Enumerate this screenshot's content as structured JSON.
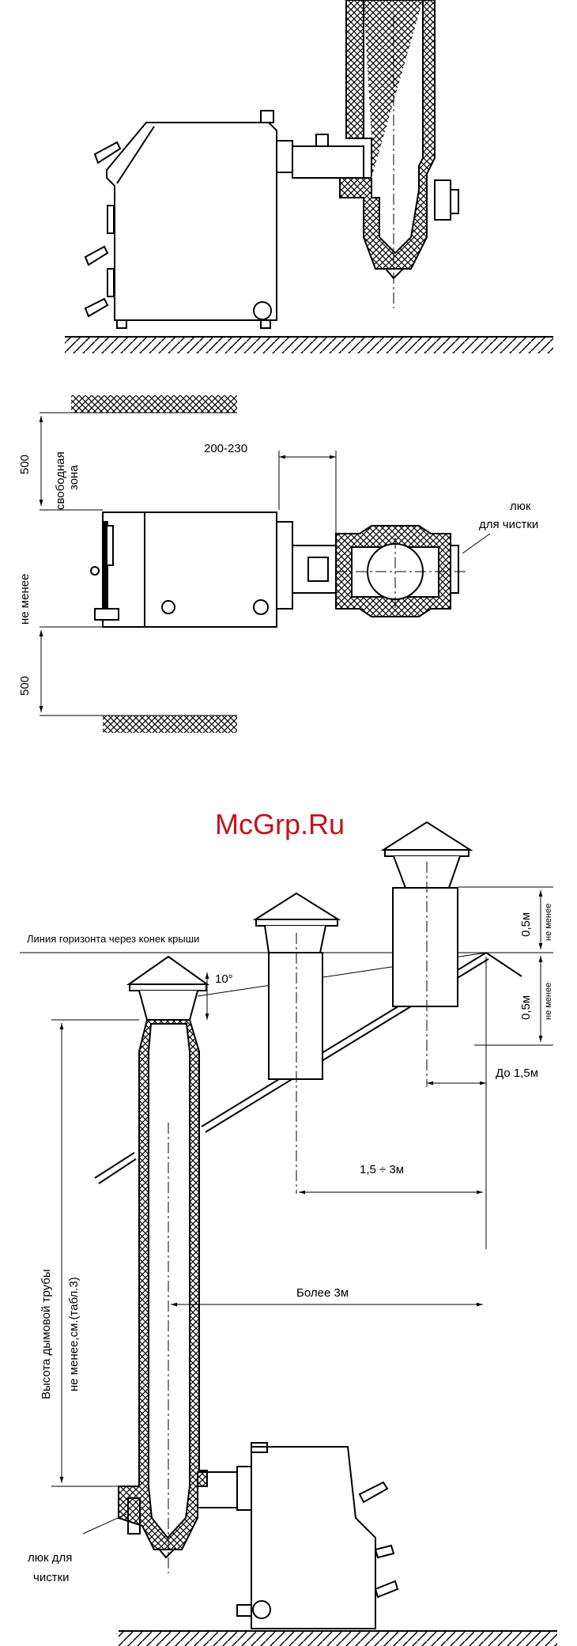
{
  "watermark": "McGrp.Ru",
  "plan_view": {
    "dim_top": "500",
    "free_zone_line1": "свободная",
    "free_zone_line2": "зона",
    "min_label": "не менее",
    "dim_bottom": "500",
    "pipe_gap": "200-230",
    "hatch_line1": "люк",
    "hatch_line2": "для чистки"
  },
  "roof_view": {
    "ridge_line": "Линия горизонта через конек крыши",
    "angle": "10°",
    "h_top": "0,5м",
    "h_top_min": "не менее",
    "h_mid": "0,5м",
    "h_mid_min": "не менее",
    "to_1_5": "До 1,5м",
    "range_1_5_3": "1,5 ÷ 3м",
    "over_3": "Более 3м",
    "chimney_height_line1": "Высота дымовой трубы",
    "chimney_height_line2": "не менее,см.(табл.3)",
    "hatch_line1": "люк для",
    "hatch_line2": "чистки"
  }
}
